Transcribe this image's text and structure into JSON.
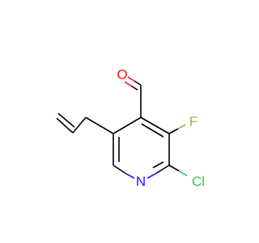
{
  "molecule": {
    "atoms": {
      "oxygen": {
        "label": "O",
        "color": "#ff0d0d"
      },
      "fluorine": {
        "label": "F",
        "color": "#8fb84a"
      },
      "nitrogen": {
        "label": "N",
        "color": "#1a1aff"
      },
      "chlorine": {
        "label": "Cl",
        "color": "#33c24d"
      }
    },
    "bond_color": "#000000"
  }
}
